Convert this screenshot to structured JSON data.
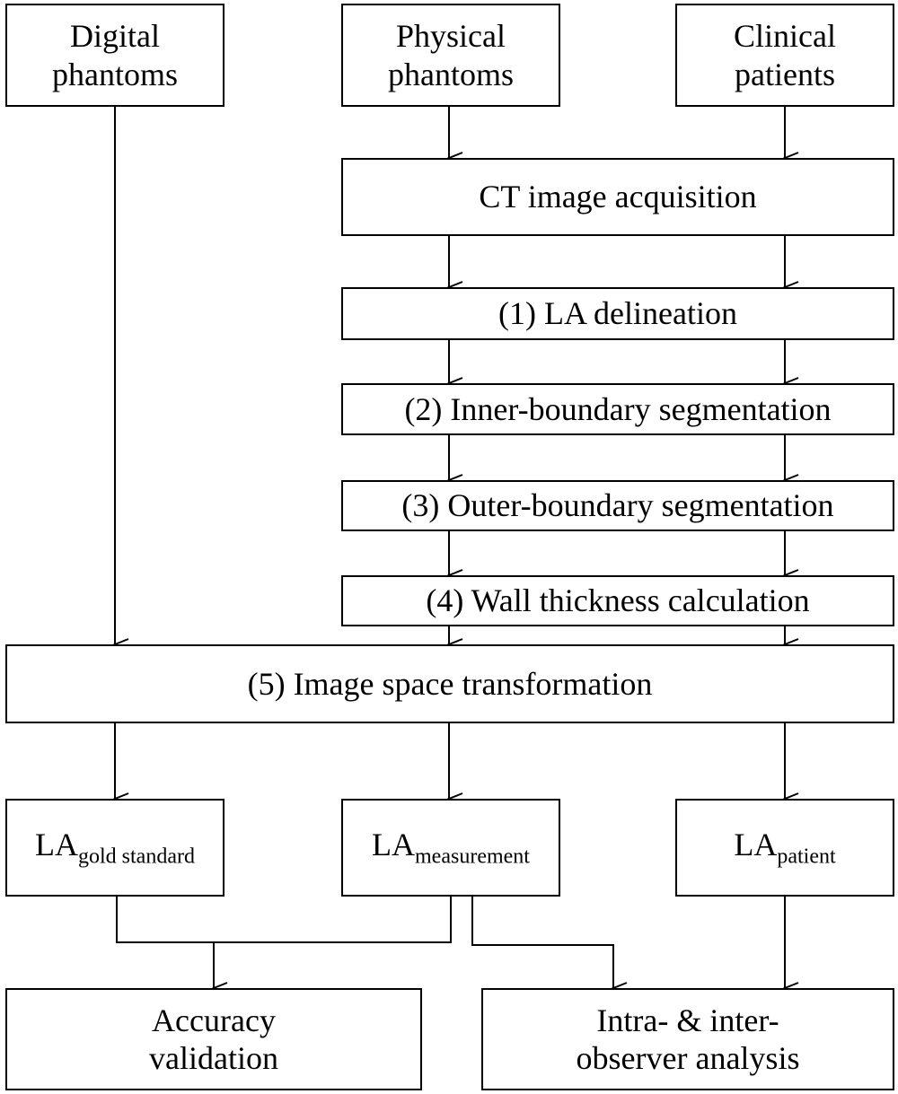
{
  "inputs": {
    "digital": [
      "Digital",
      "phantoms"
    ],
    "physical": [
      "Physical",
      "phantoms"
    ],
    "clinical": [
      "Clinical",
      "patients"
    ]
  },
  "steps": {
    "ct": "CT image acquisition",
    "delineation": "(1) LA delineation",
    "inner": "(2) Inner-boundary segmentation",
    "outer": "(3) Outer-boundary segmentation",
    "thickness": "(4) Wall thickness calculation",
    "transform": "(5) Image space transformation"
  },
  "outputs": {
    "gold": {
      "base": "LA",
      "sub": "gold standard"
    },
    "measurement": {
      "base": "LA",
      "sub": "measurement"
    },
    "patient": {
      "base": "LA",
      "sub": "patient"
    }
  },
  "analyses": {
    "accuracy": [
      "Accuracy",
      "validation"
    ],
    "observer": [
      "Intra- & inter-",
      "observer analysis"
    ]
  }
}
